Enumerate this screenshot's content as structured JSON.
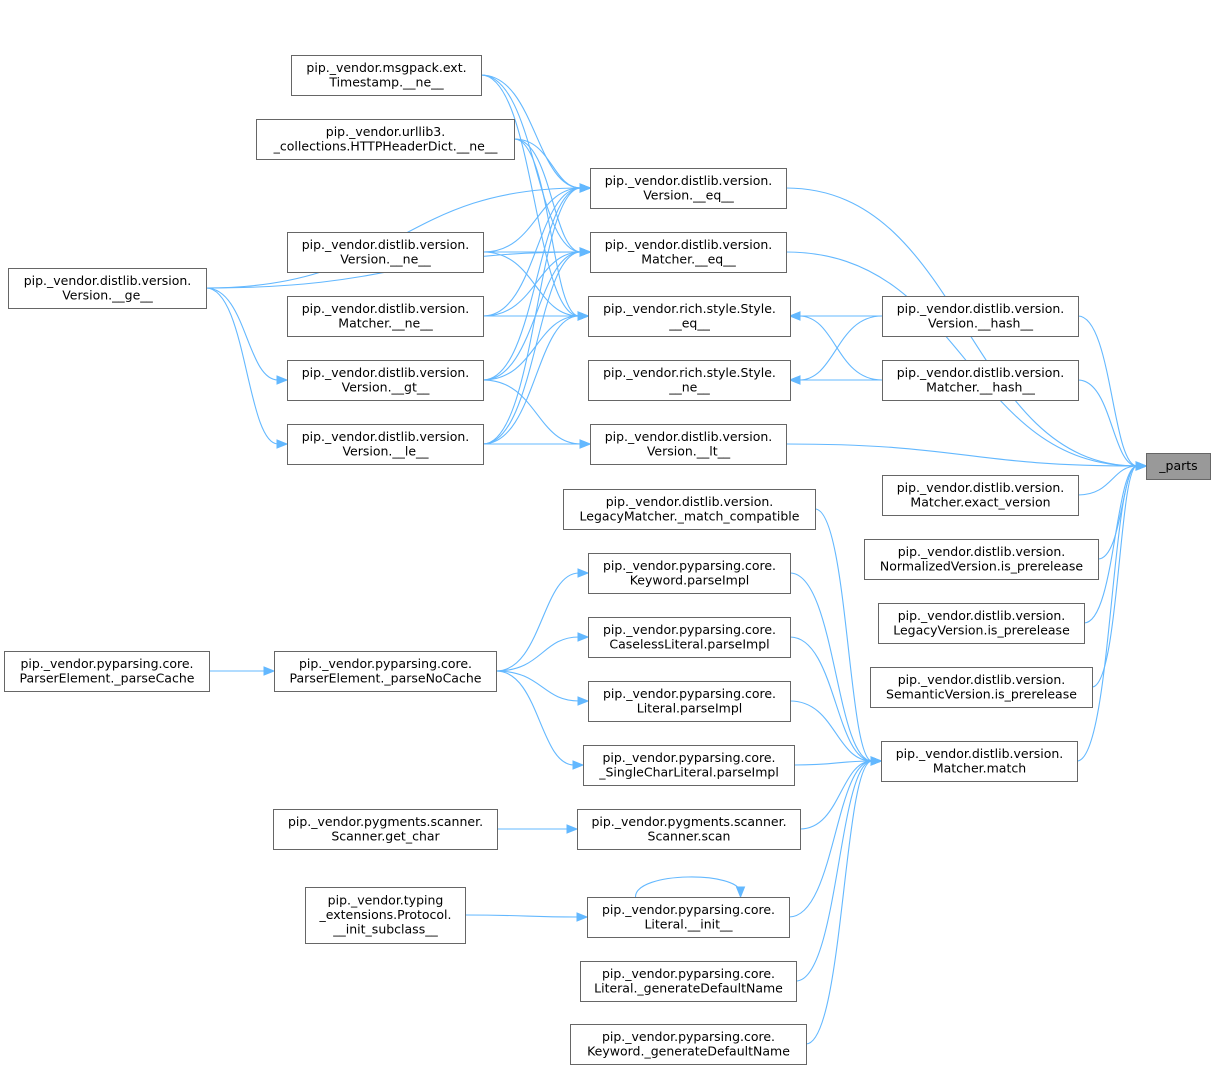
{
  "graph": {
    "title": "",
    "nodes": [
      {
        "id": "parts",
        "lines": [
          "_parts"
        ],
        "root": true
      },
      {
        "id": "ts_ne",
        "lines": [
          "pip._vendor.msgpack.ext.",
          "Timestamp.__ne__"
        ]
      },
      {
        "id": "hhd_ne",
        "lines": [
          "pip._vendor.urllib3.",
          "_collections.HTTPHeaderDict.__ne__"
        ]
      },
      {
        "id": "v_ne",
        "lines": [
          "pip._vendor.distlib.version.",
          "Version.__ne__"
        ]
      },
      {
        "id": "m_ne",
        "lines": [
          "pip._vendor.distlib.version.",
          "Matcher.__ne__"
        ]
      },
      {
        "id": "v_gt",
        "lines": [
          "pip._vendor.distlib.version.",
          "Version.__gt__"
        ]
      },
      {
        "id": "v_le",
        "lines": [
          "pip._vendor.distlib.version.",
          "Version.__le__"
        ]
      },
      {
        "id": "v_ge",
        "lines": [
          "pip._vendor.distlib.version.",
          "Version.__ge__"
        ]
      },
      {
        "id": "v_eq",
        "lines": [
          "pip._vendor.distlib.version.",
          "Version.__eq__"
        ]
      },
      {
        "id": "m_eq",
        "lines": [
          "pip._vendor.distlib.version.",
          "Matcher.__eq__"
        ]
      },
      {
        "id": "s_eq",
        "lines": [
          "pip._vendor.rich.style.Style.",
          "__eq__"
        ]
      },
      {
        "id": "s_ne",
        "lines": [
          "pip._vendor.rich.style.Style.",
          "__ne__"
        ]
      },
      {
        "id": "v_lt",
        "lines": [
          "pip._vendor.distlib.version.",
          "Version.__lt__"
        ]
      },
      {
        "id": "v_hash",
        "lines": [
          "pip._vendor.distlib.version.",
          "Version.__hash__"
        ]
      },
      {
        "id": "m_hash",
        "lines": [
          "pip._vendor.distlib.version.",
          "Matcher.__hash__"
        ]
      },
      {
        "id": "m_exact",
        "lines": [
          "pip._vendor.distlib.version.",
          "Matcher.exact_version"
        ]
      },
      {
        "id": "nv_pre",
        "lines": [
          "pip._vendor.distlib.version.",
          "NormalizedVersion.is_prerelease"
        ]
      },
      {
        "id": "lv_pre",
        "lines": [
          "pip._vendor.distlib.version.",
          "LegacyVersion.is_prerelease"
        ]
      },
      {
        "id": "sv_pre",
        "lines": [
          "pip._vendor.distlib.version.",
          "SemanticVersion.is_prerelease"
        ]
      },
      {
        "id": "m_match",
        "lines": [
          "pip._vendor.distlib.version.",
          "Matcher.match"
        ]
      },
      {
        "id": "lm_compat",
        "lines": [
          "pip._vendor.distlib.version.",
          "LegacyMatcher._match_compatible"
        ]
      },
      {
        "id": "kw_parse",
        "lines": [
          "pip._vendor.pyparsing.core.",
          "Keyword.parseImpl"
        ]
      },
      {
        "id": "cl_parse",
        "lines": [
          "pip._vendor.pyparsing.core.",
          "CaselessLiteral.parseImpl"
        ]
      },
      {
        "id": "lit_parse",
        "lines": [
          "pip._vendor.pyparsing.core.",
          "Literal.parseImpl"
        ]
      },
      {
        "id": "scl_parse",
        "lines": [
          "pip._vendor.pyparsing.core.",
          "_SingleCharLiteral.parseImpl"
        ]
      },
      {
        "id": "pe_nocache",
        "lines": [
          "pip._vendor.pyparsing.core.",
          "ParserElement._parseNoCache"
        ]
      },
      {
        "id": "pe_cache",
        "lines": [
          "pip._vendor.pyparsing.core.",
          "ParserElement._parseCache"
        ]
      },
      {
        "id": "sc_scan",
        "lines": [
          "pip._vendor.pygments.scanner.",
          "Scanner.scan"
        ]
      },
      {
        "id": "sc_getchar",
        "lines": [
          "pip._vendor.pygments.scanner.",
          "Scanner.get_char"
        ]
      },
      {
        "id": "lit_init",
        "lines": [
          "pip._vendor.pyparsing.core.",
          "Literal.__init__"
        ]
      },
      {
        "id": "proto_init",
        "lines": [
          "pip._vendor.typing",
          "_extensions.Protocol.",
          "__init_subclass__"
        ]
      },
      {
        "id": "lit_gen",
        "lines": [
          "pip._vendor.pyparsing.core.",
          "Literal._generateDefaultName"
        ]
      },
      {
        "id": "kw_gen",
        "lines": [
          "pip._vendor.pyparsing.core.",
          "Keyword._generateDefaultName"
        ]
      }
    ],
    "edges": [
      [
        "v_eq",
        "parts"
      ],
      [
        "m_eq",
        "parts"
      ],
      [
        "v_hash",
        "parts"
      ],
      [
        "m_hash",
        "parts"
      ],
      [
        "v_lt",
        "parts"
      ],
      [
        "m_exact",
        "parts"
      ],
      [
        "nv_pre",
        "parts"
      ],
      [
        "lv_pre",
        "parts"
      ],
      [
        "sv_pre",
        "parts"
      ],
      [
        "m_match",
        "parts"
      ],
      [
        "ts_ne",
        "v_eq"
      ],
      [
        "hhd_ne",
        "v_eq"
      ],
      [
        "v_ne",
        "v_eq"
      ],
      [
        "m_ne",
        "v_eq"
      ],
      [
        "v_gt",
        "v_eq"
      ],
      [
        "v_le",
        "v_eq"
      ],
      [
        "v_ge",
        "v_eq"
      ],
      [
        "ts_ne",
        "m_eq"
      ],
      [
        "hhd_ne",
        "m_eq"
      ],
      [
        "v_ne",
        "m_eq"
      ],
      [
        "m_ne",
        "m_eq"
      ],
      [
        "v_gt",
        "m_eq"
      ],
      [
        "v_le",
        "m_eq"
      ],
      [
        "v_ge",
        "m_eq"
      ],
      [
        "ts_ne",
        "s_eq"
      ],
      [
        "hhd_ne",
        "s_eq"
      ],
      [
        "v_ne",
        "s_eq"
      ],
      [
        "m_ne",
        "s_eq"
      ],
      [
        "v_gt",
        "s_eq"
      ],
      [
        "v_le",
        "s_eq"
      ],
      [
        "v_hash",
        "s_eq"
      ],
      [
        "m_hash",
        "s_eq"
      ],
      [
        "v_hash",
        "s_ne"
      ],
      [
        "m_hash",
        "s_ne"
      ],
      [
        "v_gt",
        "v_lt"
      ],
      [
        "v_le",
        "v_lt"
      ],
      [
        "v_ge",
        "v_gt"
      ],
      [
        "v_ge",
        "v_le"
      ],
      [
        "lm_compat",
        "m_match"
      ],
      [
        "kw_parse",
        "m_match"
      ],
      [
        "cl_parse",
        "m_match"
      ],
      [
        "lit_parse",
        "m_match"
      ],
      [
        "scl_parse",
        "m_match"
      ],
      [
        "sc_scan",
        "m_match"
      ],
      [
        "lit_init",
        "m_match"
      ],
      [
        "lit_gen",
        "m_match"
      ],
      [
        "kw_gen",
        "m_match"
      ],
      [
        "pe_nocache",
        "kw_parse"
      ],
      [
        "pe_nocache",
        "cl_parse"
      ],
      [
        "pe_nocache",
        "lit_parse"
      ],
      [
        "pe_nocache",
        "scl_parse"
      ],
      [
        "pe_cache",
        "pe_nocache"
      ],
      [
        "sc_getchar",
        "sc_scan"
      ],
      [
        "proto_init",
        "lit_init"
      ],
      [
        "lit_init",
        "lit_init"
      ]
    ]
  }
}
